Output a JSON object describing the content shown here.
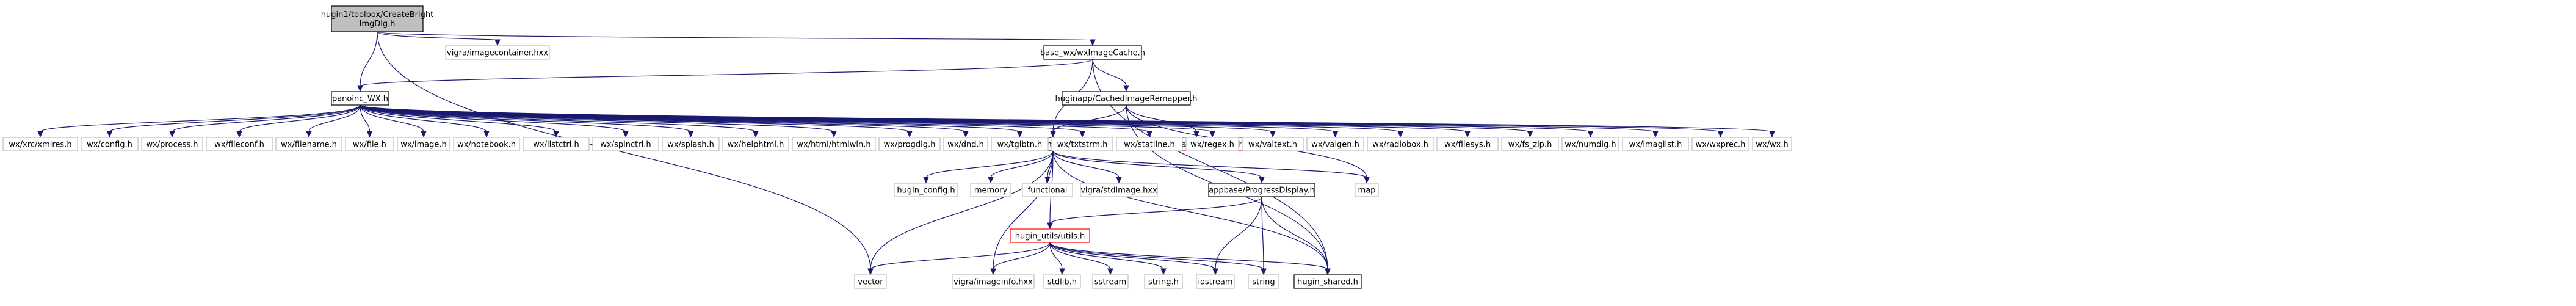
{
  "colors": {
    "edge": "#191970",
    "solid_border": "#000000",
    "missing_border": "#bfbfbf",
    "undocumented_border": "#ff0000",
    "root_fill": "#bfbfbf",
    "node_fill": "#ffffff",
    "text": "#000000"
  },
  "diagram": {
    "nodes": [
      {
        "id": "root",
        "label_lines": [
          "hugin1/toolbox/CreateBright",
          "ImgDlg.h"
        ],
        "style": "root"
      },
      {
        "id": "vigra_imagecontainer",
        "label_lines": [
          "vigra/imagecontainer.hxx"
        ],
        "style": "missing"
      },
      {
        "id": "base_wx_wxImageCache",
        "label_lines": [
          "base_wx/wxImageCache.h"
        ],
        "style": "solid"
      },
      {
        "id": "panoinc_WX",
        "label_lines": [
          "panoinc_WX.h"
        ],
        "style": "solid"
      },
      {
        "id": "CachedImageRemapper",
        "label_lines": [
          "huginapp/CachedImageRemapper.h"
        ],
        "style": "solid"
      },
      {
        "id": "ImageCache",
        "label_lines": [
          "huginapp/ImageCache.h"
        ],
        "style": "solid"
      },
      {
        "id": "nona_ImageRemapper",
        "label_lines": [
          "nona/ImageRemapper.h"
        ],
        "style": "undocumented"
      },
      {
        "id": "wx_xrc_xmlres",
        "label_lines": [
          "wx/xrc/xmlres.h"
        ],
        "style": "missing"
      },
      {
        "id": "wx_config",
        "label_lines": [
          "wx/config.h"
        ],
        "style": "missing"
      },
      {
        "id": "wx_process",
        "label_lines": [
          "wx/process.h"
        ],
        "style": "missing"
      },
      {
        "id": "wx_fileconf",
        "label_lines": [
          "wx/fileconf.h"
        ],
        "style": "missing"
      },
      {
        "id": "wx_filename",
        "label_lines": [
          "wx/filename.h"
        ],
        "style": "missing"
      },
      {
        "id": "wx_file",
        "label_lines": [
          "wx/file.h"
        ],
        "style": "missing"
      },
      {
        "id": "wx_image",
        "label_lines": [
          "wx/image.h"
        ],
        "style": "missing"
      },
      {
        "id": "wx_notebook",
        "label_lines": [
          "wx/notebook.h"
        ],
        "style": "missing"
      },
      {
        "id": "wx_listctrl",
        "label_lines": [
          "wx/listctrl.h"
        ],
        "style": "missing"
      },
      {
        "id": "wx_spinctrl",
        "label_lines": [
          "wx/spinctrl.h"
        ],
        "style": "missing"
      },
      {
        "id": "wx_splash",
        "label_lines": [
          "wx/splash.h"
        ],
        "style": "missing"
      },
      {
        "id": "wx_helphtml",
        "label_lines": [
          "wx/helphtml.h"
        ],
        "style": "missing"
      },
      {
        "id": "wx_html_htmlwin",
        "label_lines": [
          "wx/html/htmlwin.h"
        ],
        "style": "missing"
      },
      {
        "id": "wx_progdlg",
        "label_lines": [
          "wx/progdlg.h"
        ],
        "style": "missing"
      },
      {
        "id": "wx_dnd",
        "label_lines": [
          "wx/dnd.h"
        ],
        "style": "missing"
      },
      {
        "id": "wx_tglbtn",
        "label_lines": [
          "wx/tglbtn.h"
        ],
        "style": "missing"
      },
      {
        "id": "wx_txtstrm",
        "label_lines": [
          "wx/txtstrm.h"
        ],
        "style": "missing"
      },
      {
        "id": "wx_statline",
        "label_lines": [
          "wx/statline.h"
        ],
        "style": "missing"
      },
      {
        "id": "wx_regex",
        "label_lines": [
          "wx/regex.h"
        ],
        "style": "missing"
      },
      {
        "id": "wx_valtext",
        "label_lines": [
          "wx/valtext.h"
        ],
        "style": "missing"
      },
      {
        "id": "wx_valgen",
        "label_lines": [
          "wx/valgen.h"
        ],
        "style": "missing"
      },
      {
        "id": "wx_radiobox",
        "label_lines": [
          "wx/radiobox.h"
        ],
        "style": "missing"
      },
      {
        "id": "wx_filesys",
        "label_lines": [
          "wx/filesys.h"
        ],
        "style": "missing"
      },
      {
        "id": "wx_fs_zip",
        "label_lines": [
          "wx/fs_zip.h"
        ],
        "style": "missing"
      },
      {
        "id": "wx_numdlg",
        "label_lines": [
          "wx/numdlg.h"
        ],
        "style": "missing"
      },
      {
        "id": "wx_imaglist",
        "label_lines": [
          "wx/imaglist.h"
        ],
        "style": "missing"
      },
      {
        "id": "wx_wxprec",
        "label_lines": [
          "wx/wxprec.h"
        ],
        "style": "missing"
      },
      {
        "id": "wx_wx",
        "label_lines": [
          "wx/wx.h"
        ],
        "style": "missing"
      },
      {
        "id": "hugin_config",
        "label_lines": [
          "hugin_config.h"
        ],
        "style": "missing"
      },
      {
        "id": "memory",
        "label_lines": [
          "memory"
        ],
        "style": "missing"
      },
      {
        "id": "functional",
        "label_lines": [
          "functional"
        ],
        "style": "missing"
      },
      {
        "id": "vigra_stdimage",
        "label_lines": [
          "vigra/stdimage.hxx"
        ],
        "style": "missing"
      },
      {
        "id": "ProgressDisplay",
        "label_lines": [
          "appbase/ProgressDisplay.h"
        ],
        "style": "solid"
      },
      {
        "id": "map",
        "label_lines": [
          "map"
        ],
        "style": "missing"
      },
      {
        "id": "hugin_utils",
        "label_lines": [
          "hugin_utils/utils.h"
        ],
        "style": "undocumented"
      },
      {
        "id": "vector",
        "label_lines": [
          "vector"
        ],
        "style": "missing"
      },
      {
        "id": "vigra_imageinfo",
        "label_lines": [
          "vigra/imageinfo.hxx"
        ],
        "style": "missing"
      },
      {
        "id": "stdlib",
        "label_lines": [
          "stdlib.h"
        ],
        "style": "missing"
      },
      {
        "id": "sstream",
        "label_lines": [
          "sstream"
        ],
        "style": "missing"
      },
      {
        "id": "string_h",
        "label_lines": [
          "string.h"
        ],
        "style": "missing"
      },
      {
        "id": "iostream",
        "label_lines": [
          "iostream"
        ],
        "style": "missing"
      },
      {
        "id": "string",
        "label_lines": [
          "string"
        ],
        "style": "missing"
      },
      {
        "id": "hugin_shared",
        "label_lines": [
          "hugin_shared.h"
        ],
        "style": "solid"
      }
    ],
    "edges": [
      [
        "root",
        "panoinc_WX"
      ],
      [
        "root",
        "vigra_imagecontainer"
      ],
      [
        "root",
        "base_wx_wxImageCache"
      ],
      [
        "root",
        "vector"
      ],
      [
        "base_wx_wxImageCache",
        "panoinc_WX"
      ],
      [
        "base_wx_wxImageCache",
        "ImageCache"
      ],
      [
        "base_wx_wxImageCache",
        "CachedImageRemapper"
      ],
      [
        "base_wx_wxImageCache",
        "hugin_shared"
      ],
      [
        "panoinc_WX",
        "wx_xrc_xmlres"
      ],
      [
        "panoinc_WX",
        "wx_config"
      ],
      [
        "panoinc_WX",
        "wx_process"
      ],
      [
        "panoinc_WX",
        "wx_fileconf"
      ],
      [
        "panoinc_WX",
        "wx_filename"
      ],
      [
        "panoinc_WX",
        "wx_file"
      ],
      [
        "panoinc_WX",
        "wx_image"
      ],
      [
        "panoinc_WX",
        "wx_notebook"
      ],
      [
        "panoinc_WX",
        "wx_listctrl"
      ],
      [
        "panoinc_WX",
        "wx_spinctrl"
      ],
      [
        "panoinc_WX",
        "wx_splash"
      ],
      [
        "panoinc_WX",
        "wx_helphtml"
      ],
      [
        "panoinc_WX",
        "wx_html_htmlwin"
      ],
      [
        "panoinc_WX",
        "wx_progdlg"
      ],
      [
        "panoinc_WX",
        "wx_dnd"
      ],
      [
        "panoinc_WX",
        "wx_tglbtn"
      ],
      [
        "panoinc_WX",
        "wx_txtstrm"
      ],
      [
        "panoinc_WX",
        "wx_statline"
      ],
      [
        "panoinc_WX",
        "wx_regex"
      ],
      [
        "panoinc_WX",
        "wx_valtext"
      ],
      [
        "panoinc_WX",
        "wx_valgen"
      ],
      [
        "panoinc_WX",
        "wx_radiobox"
      ],
      [
        "panoinc_WX",
        "wx_filesys"
      ],
      [
        "panoinc_WX",
        "wx_fs_zip"
      ],
      [
        "panoinc_WX",
        "wx_numdlg"
      ],
      [
        "panoinc_WX",
        "wx_imaglist"
      ],
      [
        "panoinc_WX",
        "wx_wxprec"
      ],
      [
        "panoinc_WX",
        "wx_wx"
      ],
      [
        "CachedImageRemapper",
        "ImageCache"
      ],
      [
        "CachedImageRemapper",
        "nona_ImageRemapper"
      ],
      [
        "CachedImageRemapper",
        "map"
      ],
      [
        "CachedImageRemapper",
        "hugin_shared"
      ],
      [
        "ImageCache",
        "hugin_config"
      ],
      [
        "ImageCache",
        "memory"
      ],
      [
        "ImageCache",
        "functional"
      ],
      [
        "ImageCache",
        "vigra_stdimage"
      ],
      [
        "ImageCache",
        "ProgressDisplay"
      ],
      [
        "ImageCache",
        "map"
      ],
      [
        "ImageCache",
        "hugin_utils"
      ],
      [
        "ImageCache",
        "vector"
      ],
      [
        "ImageCache",
        "vigra_imageinfo"
      ],
      [
        "ImageCache",
        "hugin_shared"
      ],
      [
        "ProgressDisplay",
        "hugin_utils"
      ],
      [
        "ProgressDisplay",
        "iostream"
      ],
      [
        "ProgressDisplay",
        "string"
      ],
      [
        "ProgressDisplay",
        "hugin_shared"
      ],
      [
        "hugin_utils",
        "vector"
      ],
      [
        "hugin_utils",
        "vigra_imageinfo"
      ],
      [
        "hugin_utils",
        "stdlib"
      ],
      [
        "hugin_utils",
        "sstream"
      ],
      [
        "hugin_utils",
        "string_h"
      ],
      [
        "hugin_utils",
        "iostream"
      ],
      [
        "hugin_utils",
        "string"
      ],
      [
        "hugin_utils",
        "hugin_shared"
      ]
    ]
  }
}
